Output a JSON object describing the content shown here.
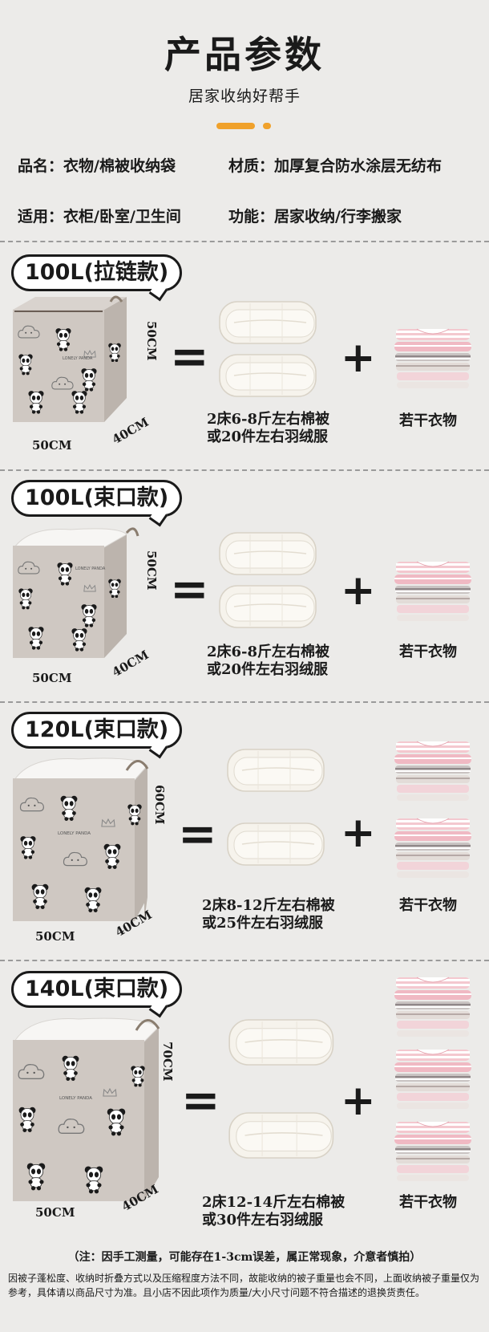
{
  "header": {
    "title": "产品参数",
    "subtitle": "居家收纳好帮手"
  },
  "specs": {
    "name": "品名：衣物/棉被收纳袋",
    "material": "材质：加厚复合防水涂层无纺布",
    "usage": "适用：衣柜/卧室/卫生间",
    "function": "功能：居家收纳/行李搬家"
  },
  "colors": {
    "accent": "#f0a12b",
    "background": "#ecebe9",
    "bag": "#cfc8c2"
  },
  "bag_print": "LONELY PANDA",
  "products": [
    {
      "label": "100L(拉链款)",
      "width": "50CM",
      "depth": "40CM",
      "height": "50CM",
      "capacity_line1": "2床6-8斤左右棉被",
      "capacity_line2": "或20件左右羽绒服",
      "clothes": "若干衣物"
    },
    {
      "label": "100L(束口款)",
      "width": "50CM",
      "depth": "40CM",
      "height": "50CM",
      "capacity_line1": "2床6-8斤左右棉被",
      "capacity_line2": "或20件左右羽绒服",
      "clothes": "若干衣物"
    },
    {
      "label": "120L(束口款)",
      "width": "50CM",
      "depth": "40CM",
      "height": "60CM",
      "capacity_line1": "2床8-12斤左右棉被",
      "capacity_line2": "或25件左右羽绒服",
      "clothes": "若干衣物"
    },
    {
      "label": "140L(束口款)",
      "width": "50CM",
      "depth": "40CM",
      "height": "70CM",
      "capacity_line1": "2床12-14斤左右棉被",
      "capacity_line2": "或30件左右羽绒服",
      "clothes": "若干衣物"
    }
  ],
  "symbols": {
    "equals": "=",
    "plus": "+"
  },
  "notes": {
    "line1": "（注：因手工测量，可能存在1-3cm误差，属正常现象，介意者慎拍）",
    "line2": "因被子蓬松度、收纳时折叠方式以及压缩程度方法不同，故能收纳的被子重量也会不同，上面收纳被子重量仅为参考，具体请以商品尺寸为准。且小店不因此项作为质量/大小尺寸问题不符合描述的退换货责任。"
  }
}
